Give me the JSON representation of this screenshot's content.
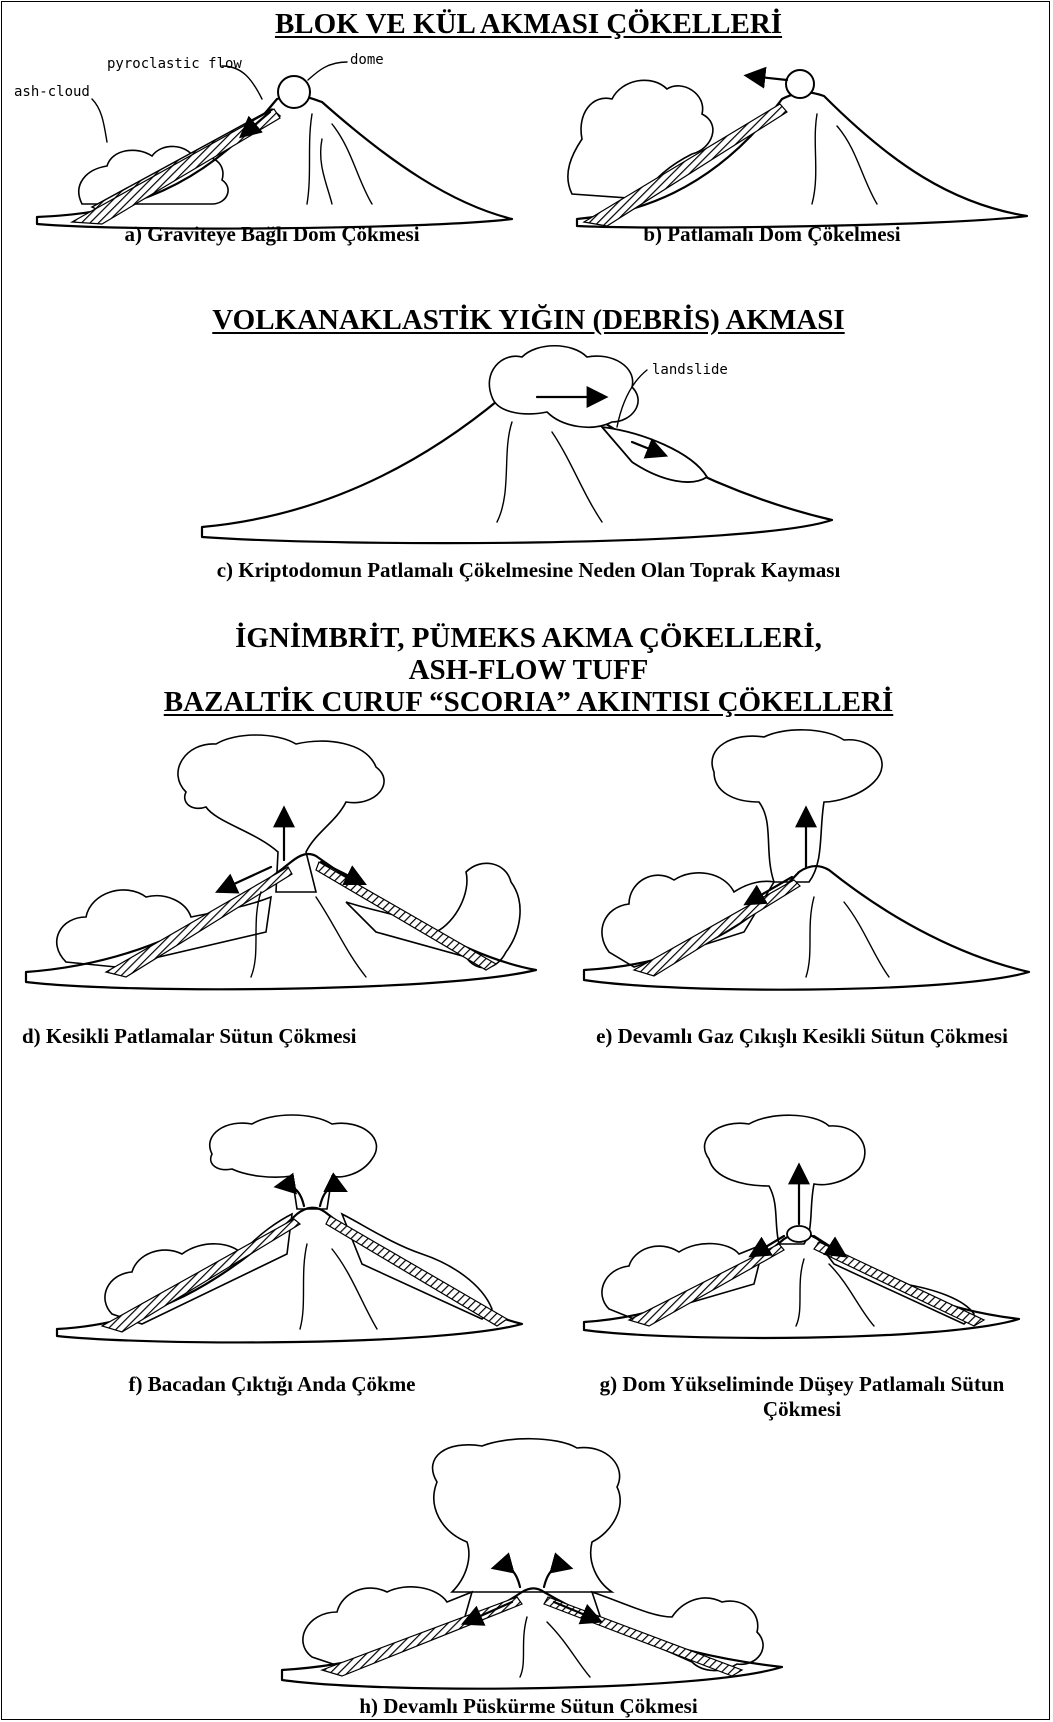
{
  "headings": {
    "block_ash": "BLOK VE KÜL AKMASI ÇÖKELLERİ",
    "debris": "VOLKANAKLASTİK YIĞIN (DEBRİS) AKMASI",
    "ign_line1": "İGNİMBRİT, PÜMEKS AKMA ÇÖKELLERİ,",
    "ign_line2": "ASH-FLOW TUFF",
    "ign_line3": "BAZALTİK CURUF “SCORIA” AKINTISI ÇÖKELLERİ"
  },
  "labels": {
    "pyroclastic_flow": "pyroclastic flow",
    "dome": "dome",
    "ash_cloud": "ash-cloud",
    "landslide": "landslide"
  },
  "captions": {
    "a": "a) Graviteye Bağlı Dom Çökmesi",
    "b": "b) Patlamalı Dom Çökelmesi",
    "c": "c) Kriptodomun  Patlamalı Çökelmesine Neden Olan Toprak Kayması",
    "d": "d) Kesikli Patlamalar Sütun Çökmesi",
    "e": "e) Devamlı Gaz Çıkışlı Kesikli Sütun Çökmesi",
    "f": "f) Bacadan Çıktığı Anda Çökme",
    "g": "g) Dom Yükseliminde Düşey Patlamalı Sütun Çökmesi",
    "h": "h) Devamlı Püskürme Sütun Çökmesi"
  }
}
